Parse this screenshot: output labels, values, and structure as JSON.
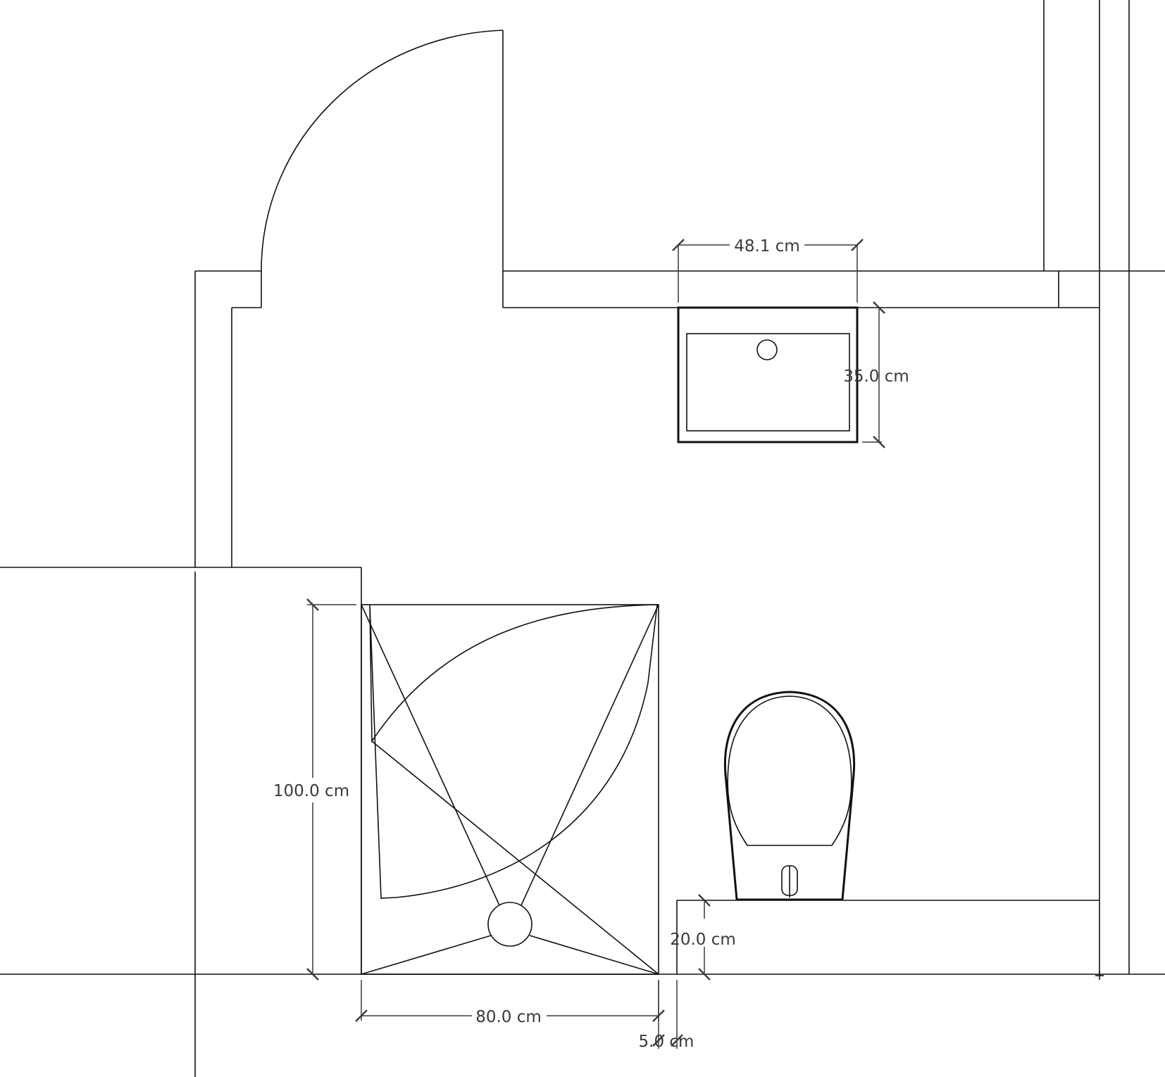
{
  "dimensions": {
    "sink_width": "48.1 cm",
    "sink_depth": "35.0 cm",
    "shower_depth": "100.0 cm",
    "shower_width": "80.0 cm",
    "gap": "5.0 cm",
    "platform_depth": "20.0 cm"
  },
  "colors": {
    "line": "#111111",
    "dimension": "#3a3a3a",
    "background": "#ffffff"
  }
}
